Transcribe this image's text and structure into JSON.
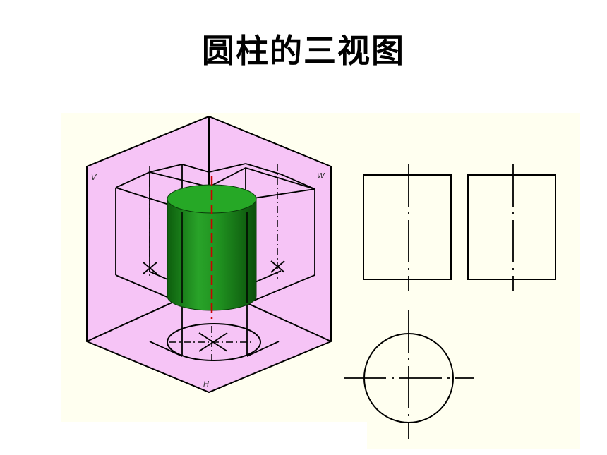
{
  "title": "圆柱的三视图",
  "labels": {
    "v": "V",
    "w": "W",
    "h": "H"
  },
  "colors": {
    "background_panel": "#fffff0",
    "projection_planes": "#f6c4f6",
    "cylinder": "#1a8a1a",
    "cylinder_top": "#26a826",
    "axis": "#cc0000",
    "line": "#000000"
  },
  "views": [
    "front-view",
    "side-view",
    "top-view"
  ]
}
